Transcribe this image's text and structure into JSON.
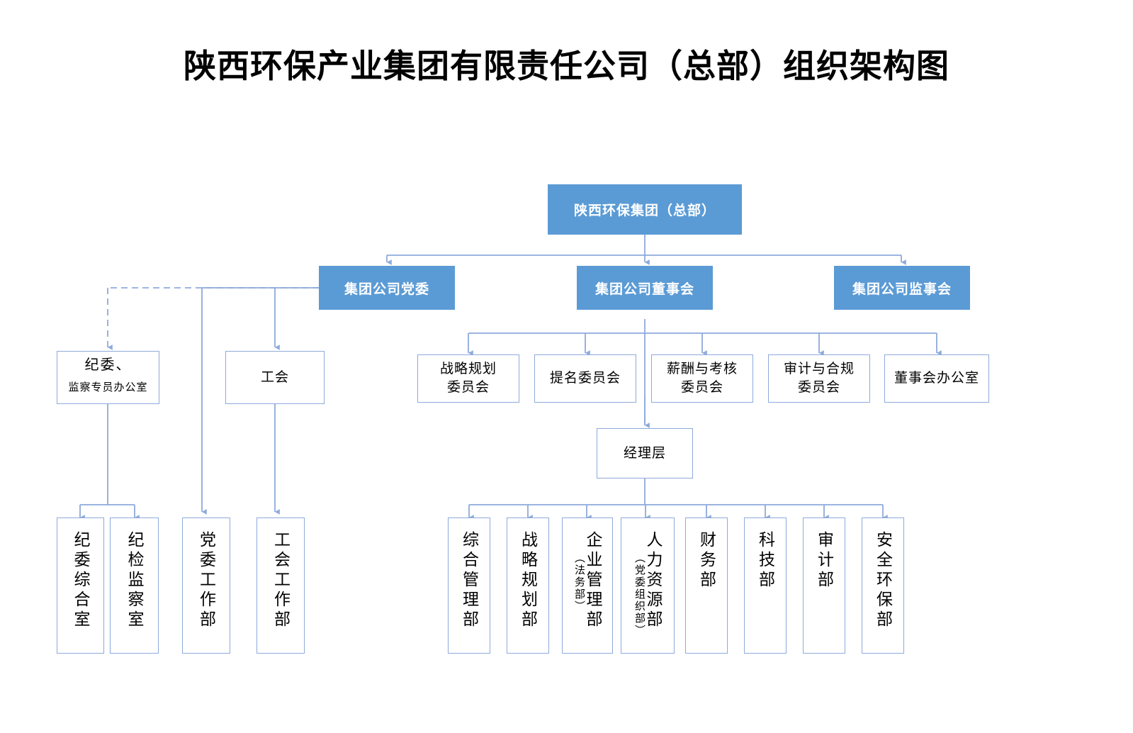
{
  "page": {
    "title": "陕西环保产业集团有限责任公司（总部）组织架构图",
    "accent_blue": "#5B9BD5",
    "line_blue": "#8EAADB",
    "background": "#FFFFFF"
  },
  "root": {
    "label": "陕西环保集团（总部）"
  },
  "level2": [
    {
      "label": "集团公司党委"
    },
    {
      "label": "集团公司董事会"
    },
    {
      "label": "集团公司监事会"
    }
  ],
  "party_branch": [
    {
      "label_main": "纪委、",
      "label_sub": "监察专员办公室"
    },
    {
      "label": "工会"
    }
  ],
  "board_committees": [
    {
      "line1": "战略规划",
      "line2": "委员会"
    },
    {
      "line1": "提名委员会",
      "line2": ""
    },
    {
      "line1": "薪酬与考核",
      "line2": "委员会"
    },
    {
      "line1": "审计与合规",
      "line2": "委员会"
    },
    {
      "line1": "董事会办公室",
      "line2": ""
    }
  ],
  "management": {
    "label": "经理层"
  },
  "party_departments": [
    {
      "label": "纪委综合室",
      "note": ""
    },
    {
      "label": "纪检监察室",
      "note": ""
    },
    {
      "label": "党委工作部",
      "note": ""
    },
    {
      "label": "工会工作部",
      "note": ""
    }
  ],
  "departments": [
    {
      "label": "综合管理部",
      "note": ""
    },
    {
      "label": "战略规划部",
      "note": ""
    },
    {
      "label": "企业管理部",
      "note": "（法务部）"
    },
    {
      "label": "人力资源部",
      "note": "（党委组织部）"
    },
    {
      "label": "财务部",
      "note": ""
    },
    {
      "label": "科技部",
      "note": ""
    },
    {
      "label": "审计部",
      "note": ""
    },
    {
      "label": "安全环保部",
      "note": ""
    }
  ]
}
